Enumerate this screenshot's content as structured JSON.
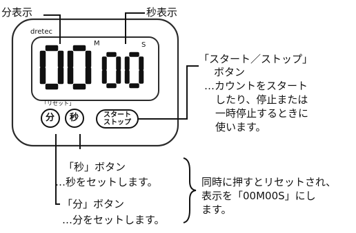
{
  "labels": {
    "minute_display": "分表示",
    "second_display": "秒表示"
  },
  "timer": {
    "brand": "dretec",
    "minutes": "00",
    "seconds": "00",
    "minute_unit": "M",
    "second_unit": "S",
    "reset_label": "「リセット」",
    "minute_button": "分",
    "second_button": "秒",
    "start_stop_line1": "スタート",
    "start_stop_line2": "ストップ"
  },
  "callouts": {
    "start_stop_title": "「スタート／ストップ」",
    "start_stop_lines": [
      "ボタン",
      "…カウントをスタート",
      "したり、停止または",
      "一時停止するときに",
      "使います。"
    ],
    "second_title": "「秒」ボタン",
    "second_desc": "…秒をセットします。",
    "minute_title": "「分」ボタン",
    "minute_desc": "…分をセットします。",
    "reset_lines": [
      "同時に押すとリセットされ、",
      "表示を「00M00S」にし",
      "ます。"
    ]
  },
  "colors": {
    "body_outline": "#2a2a2a",
    "segment": "#111111",
    "leader": "#111111"
  }
}
